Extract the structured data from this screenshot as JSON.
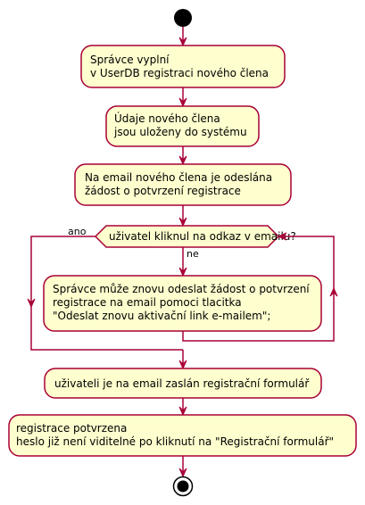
{
  "activities": {
    "a1": [
      "Správce vyplní",
      "v UserDB registraci nového člena"
    ],
    "a2": [
      "Údaje nového člena",
      "jsou uloženy do systému"
    ],
    "a3": [
      "Na email nového člena je odeslána",
      "žádost o potvrzení registrace"
    ],
    "a4": [
      "Správce může znovu odeslat žádost o potvrzení",
      "registrace na email pomoci tlacitka",
      "\"Odeslat znovu aktivační link e-mailem\";"
    ],
    "a5": [
      "uživateli je na email zaslán registrační formulář"
    ],
    "a6": [
      "registrace potvrzena",
      "heslo již není viditelné po kliknutí na \"Registrační formulář\""
    ]
  },
  "decision": {
    "question": "uživatel kliknul na odkaz v emailu?",
    "yes_label": "ano",
    "no_label": "ne"
  },
  "colors": {
    "node_fill": "#FEFECE",
    "border": "#A80036",
    "start_end": "#000000"
  }
}
